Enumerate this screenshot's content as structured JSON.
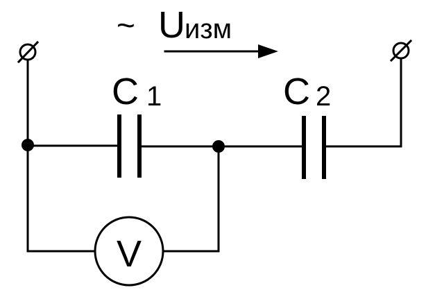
{
  "diagram": {
    "voltage_label": {
      "tilde": "~",
      "symbol": "U",
      "subscript": "изм"
    },
    "capacitor1": {
      "letter": "C",
      "index": "1"
    },
    "capacitor2": {
      "letter": "C",
      "index": "2"
    },
    "voltmeter": {
      "letter": "V"
    },
    "colors": {
      "ink": "#000000",
      "background": "#ffffff"
    }
  }
}
